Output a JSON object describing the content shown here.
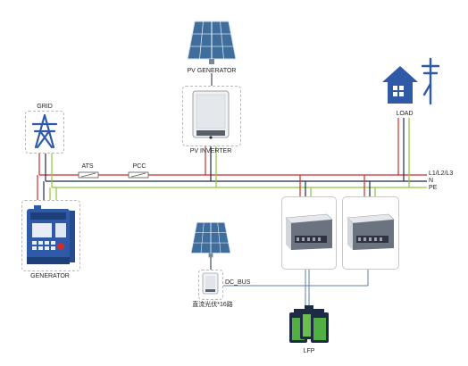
{
  "labels": {
    "pv_generator": "PV GENERATOR",
    "grid": "GRID",
    "pv_inverter": "PV INVERTER",
    "load": "LOAD",
    "ats": "ATS",
    "pcc": "PCC",
    "l1l2l3": "L1/L2/L3",
    "n": "N",
    "pe": "PE",
    "generator": "GENERATOR",
    "dc_bus": "DC_BUS",
    "dc_pv": "直流光伏*16路",
    "lfp": "LFP"
  },
  "colors": {
    "phase": "#cc2b2b",
    "neutral": "#1f2a44",
    "earth": "#8cc63f",
    "dc_bus": "#5c7fa6",
    "icon_blue": "#2f5aa8",
    "solar_blue": "#3f6e9c",
    "battery_green": "#52b043"
  },
  "icons": [
    "solar-panel-icon",
    "transmission-tower-icon",
    "house-icon",
    "utility-pole-icon",
    "generator-icon",
    "pv-inverter-icon",
    "battery-cabinet-icon",
    "dc-converter-icon",
    "battery-pack-icon"
  ]
}
